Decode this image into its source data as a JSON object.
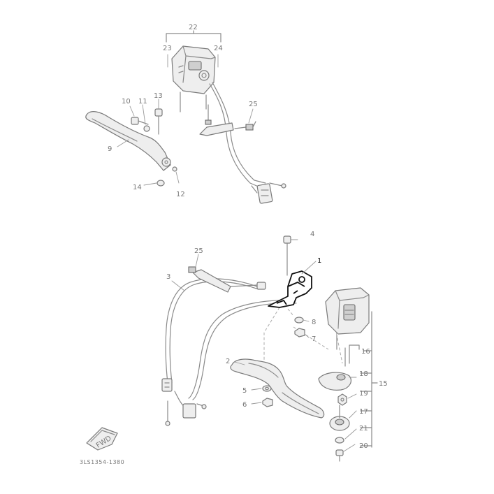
{
  "diagram": {
    "callouts": {
      "c1": "1",
      "c2": "2",
      "c3": "3",
      "c4": "4",
      "c5": "5",
      "c6": "6",
      "c7": "7",
      "c8": "8",
      "c9": "9",
      "c10": "10",
      "c11": "11",
      "c12": "12",
      "c13": "13",
      "c14": "14",
      "c15": "15",
      "c16": "16",
      "c17": "17",
      "c18": "18",
      "c19": "19",
      "c20": "20",
      "c21": "21",
      "c22": "22",
      "c23": "23",
      "c24": "24",
      "c25a": "25",
      "c25b": "25"
    },
    "fwd_badge": "FWD",
    "drawing_code": "3LS1354-1380"
  }
}
